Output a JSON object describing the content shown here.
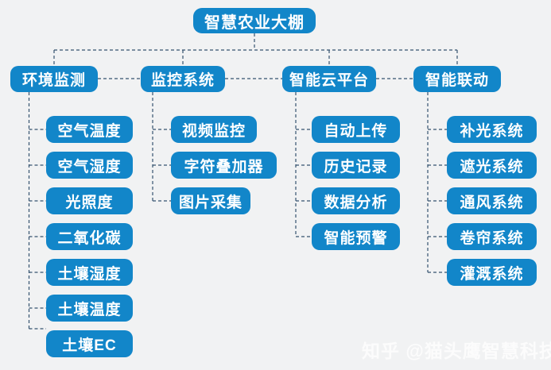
{
  "colors": {
    "background": "#f1f2f3",
    "node_fill": "#1286c9",
    "node_text": "#ffffff",
    "connector": "#35536f",
    "watermark_text": "#fcfcfc"
  },
  "tree": {
    "root": "智慧农业大棚",
    "branches": [
      {
        "label": "环境监测",
        "children": [
          "空气温度",
          "空气湿度",
          "光照度",
          "二氧化碳",
          "土壤湿度",
          "土壤温度",
          "土壤EC"
        ]
      },
      {
        "label": "监控系统",
        "children": [
          "视频监控",
          "字符叠加器",
          "图片采集"
        ]
      },
      {
        "label": "智能云平台",
        "children": [
          "自动上传",
          "历史记录",
          "数据分析",
          "智能预警"
        ]
      },
      {
        "label": "智能联动",
        "children": [
          "补光系统",
          "遮光系统",
          "通风系统",
          "卷帘系统",
          "灌溉系统"
        ]
      }
    ]
  },
  "watermark": "知乎 @猫头鹰智慧科技"
}
